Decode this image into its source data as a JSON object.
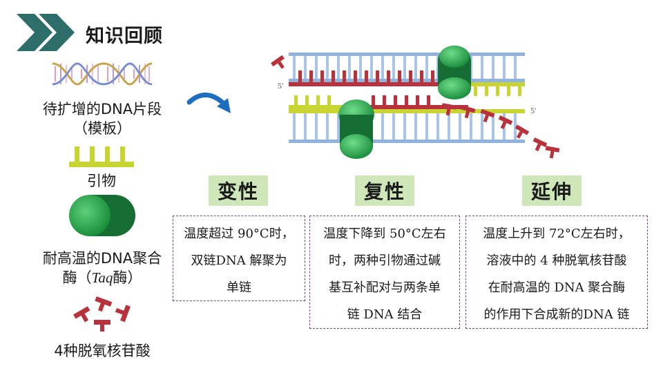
{
  "header": {
    "title": "知识回顾"
  },
  "legend": {
    "template_label_1": "待扩增的DNA片段",
    "template_label_2": "（模板）",
    "primer_label": "引物",
    "taq_label_1": "耐高温的DNA聚合",
    "taq_label_2a": "酶（",
    "taq_label_2b": "Taq",
    "taq_label_2c": "酶）",
    "nucleotide_label": "4种脱氧核苷酸"
  },
  "diagram": {
    "label_5prime_left": "5′",
    "label_5prime_right": "5′"
  },
  "stages": [
    {
      "name": "变性",
      "desc": [
        "温度超过 90°C时，",
        "双链DNA 解聚为",
        "单链"
      ]
    },
    {
      "name": "复性",
      "desc": [
        "温度下降到 50°C左右",
        "时，两种引物通过碱",
        "基互补配对与两条单",
        "链 DNA 结合"
      ]
    },
    {
      "name": "延伸",
      "desc": [
        "温度上升到 72°C左右时，",
        "溶液中的 4 种脱氧核苷酸",
        "在耐高温的 DNA 聚合酶",
        "的作用下合成新的DNA 链"
      ]
    }
  ],
  "colors": {
    "chevron": "#2e6e6a",
    "primer": "#c8d431",
    "enzyme": "#2aa24a",
    "nucleotide": "#b8323c",
    "backbone": "#8fb3de",
    "stage_bg": "#cfe6b8",
    "box_border": "#7a3f8f",
    "arrow": "#1d6ec0"
  }
}
